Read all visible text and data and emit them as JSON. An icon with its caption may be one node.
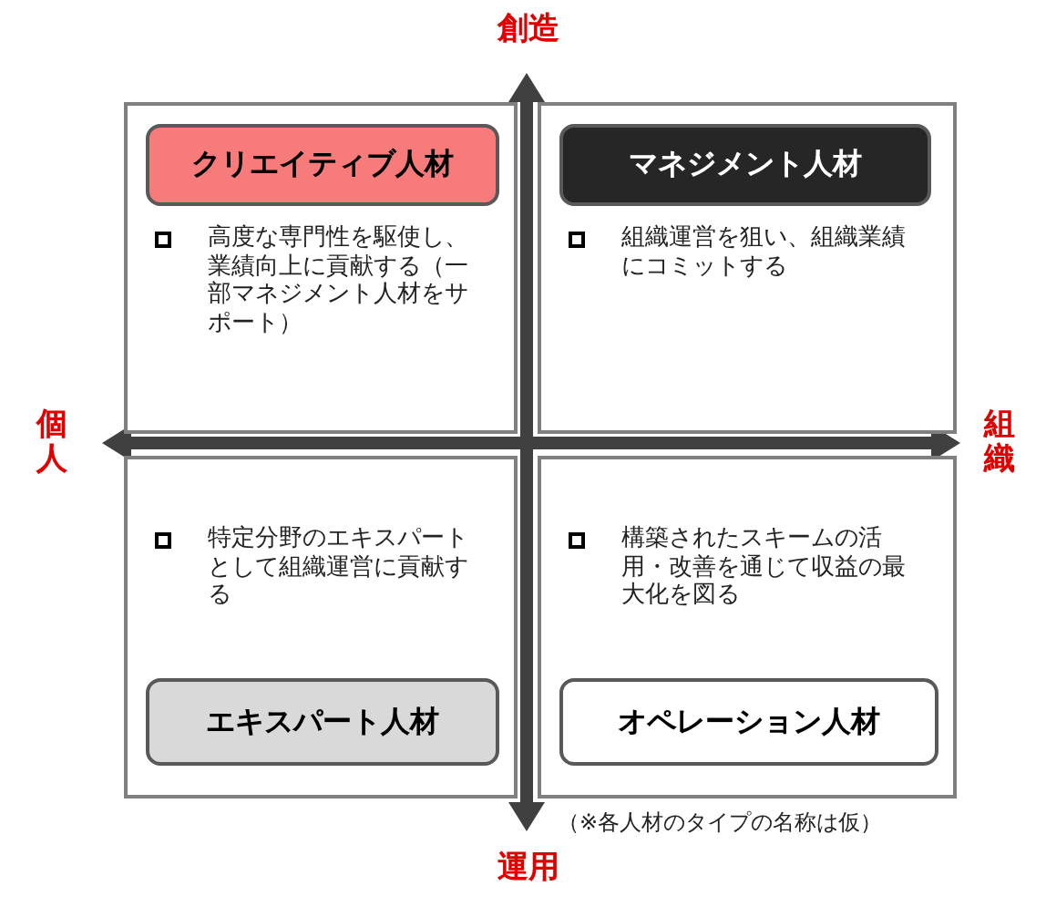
{
  "diagram": {
    "nodes": [
      {
        "text": [
          "高度な専門性を駆使し、業績向上に貢献する（一部マネジメント人材をサポート）"
        ]
      },
      {
        "text": [
          "クリエイティブ人材"
        ],
        "in": 0
      },
      {
        "text": [
          "組織運営を狙い、組織業績にコミットする"
        ]
      },
      {
        "text": [
          "マネジメント人材"
        ],
        "in": 2
      },
      {
        "text": [
          "特定分野のエキスパートとして組織運営に貢献する"
        ]
      },
      {
        "text": [
          "エキスパート人材"
        ],
        "in": 4
      },
      {
        "text": [
          "構築されたスキームの活用・改善を通じて収益の最大化を図る"
        ]
      },
      {
        "text": [
          "オペレーション人材"
        ],
        "in": 6
      }
    ],
    "labels": [
      "創造",
      "個人",
      "組織",
      "運用",
      "（※各人材のタイプの名称は仮）"
    ]
  }
}
